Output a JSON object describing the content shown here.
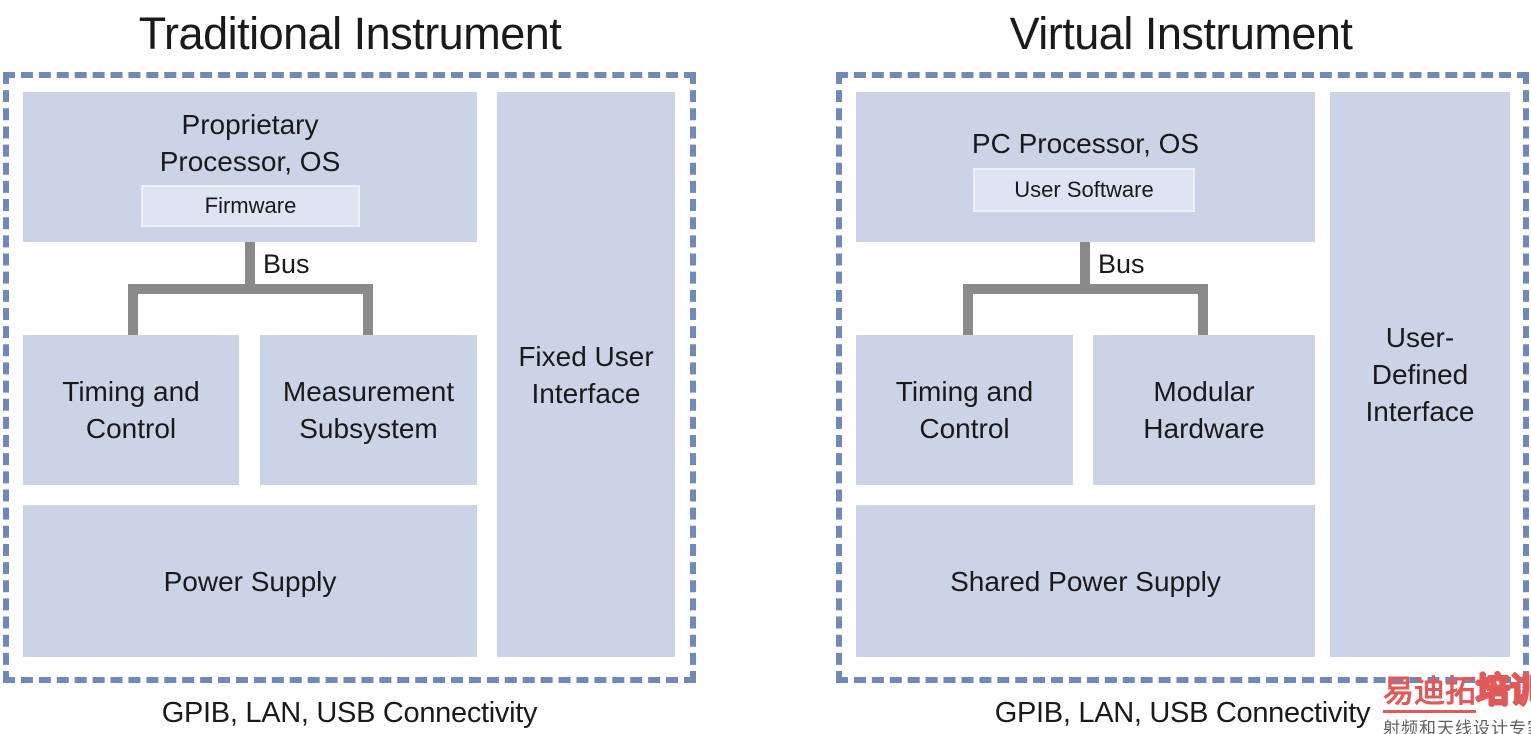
{
  "colors": {
    "box-fill": "#cbd3e7",
    "inner-fill": "#dfe4f2",
    "inner-border": "#eef1f8",
    "dash": "#7089b8",
    "bus-gray": "#8a8a8a",
    "text": "#1a1a1a",
    "logo-red": "#e05a5a",
    "tagline-gray": "#5f5f5f"
  },
  "panels": [
    {
      "title": "Traditional Instrument",
      "processor_title": "Proprietary\nProcessor, OS",
      "processor_inner": "Firmware",
      "bus_label": "Bus",
      "box_left": "Timing and\nControl",
      "box_right": "Measurement\nSubsystem",
      "box_power": "Power Supply",
      "box_side": "Fixed User\nInterface",
      "caption": "GPIB, LAN, USB Connectivity"
    },
    {
      "title": "Virtual Instrument",
      "processor_title": "PC Processor, OS",
      "processor_inner": "User Software",
      "bus_label": "Bus",
      "box_left": "Timing and\nControl",
      "box_right": "Modular\nHardware",
      "box_power": "Shared Power Supply",
      "box_side": "User-\nDefined\nInterface",
      "caption": "GPIB, LAN, USB Connectivity"
    }
  ],
  "watermark": {
    "logo_solid": "易迪拓",
    "logo_outline": "培训",
    "tagline": "射频和天线设计专家"
  }
}
